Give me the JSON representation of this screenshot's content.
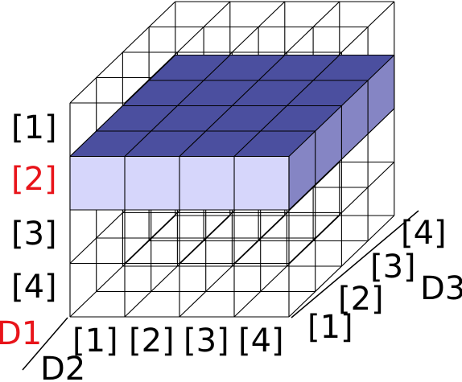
{
  "diagram": {
    "d1_labels": [
      "[1]",
      "[2]",
      "[3]",
      "[4]"
    ],
    "d1_highlight_index": 1,
    "d2_labels": [
      "[1]",
      "[2]",
      "[3]",
      "[4]"
    ],
    "d3_labels": [
      "[1]",
      "[2]",
      "[3]",
      "[4]"
    ],
    "axis_d1": "D1",
    "axis_d2": "D2",
    "axis_d3": "D3"
  },
  "colors": {
    "top_face": "#4b4f9f",
    "front_face": "#d6d6fb",
    "side_face": "#8585c4",
    "highlight_text": "#e8141a",
    "grid_line": "#000000"
  }
}
